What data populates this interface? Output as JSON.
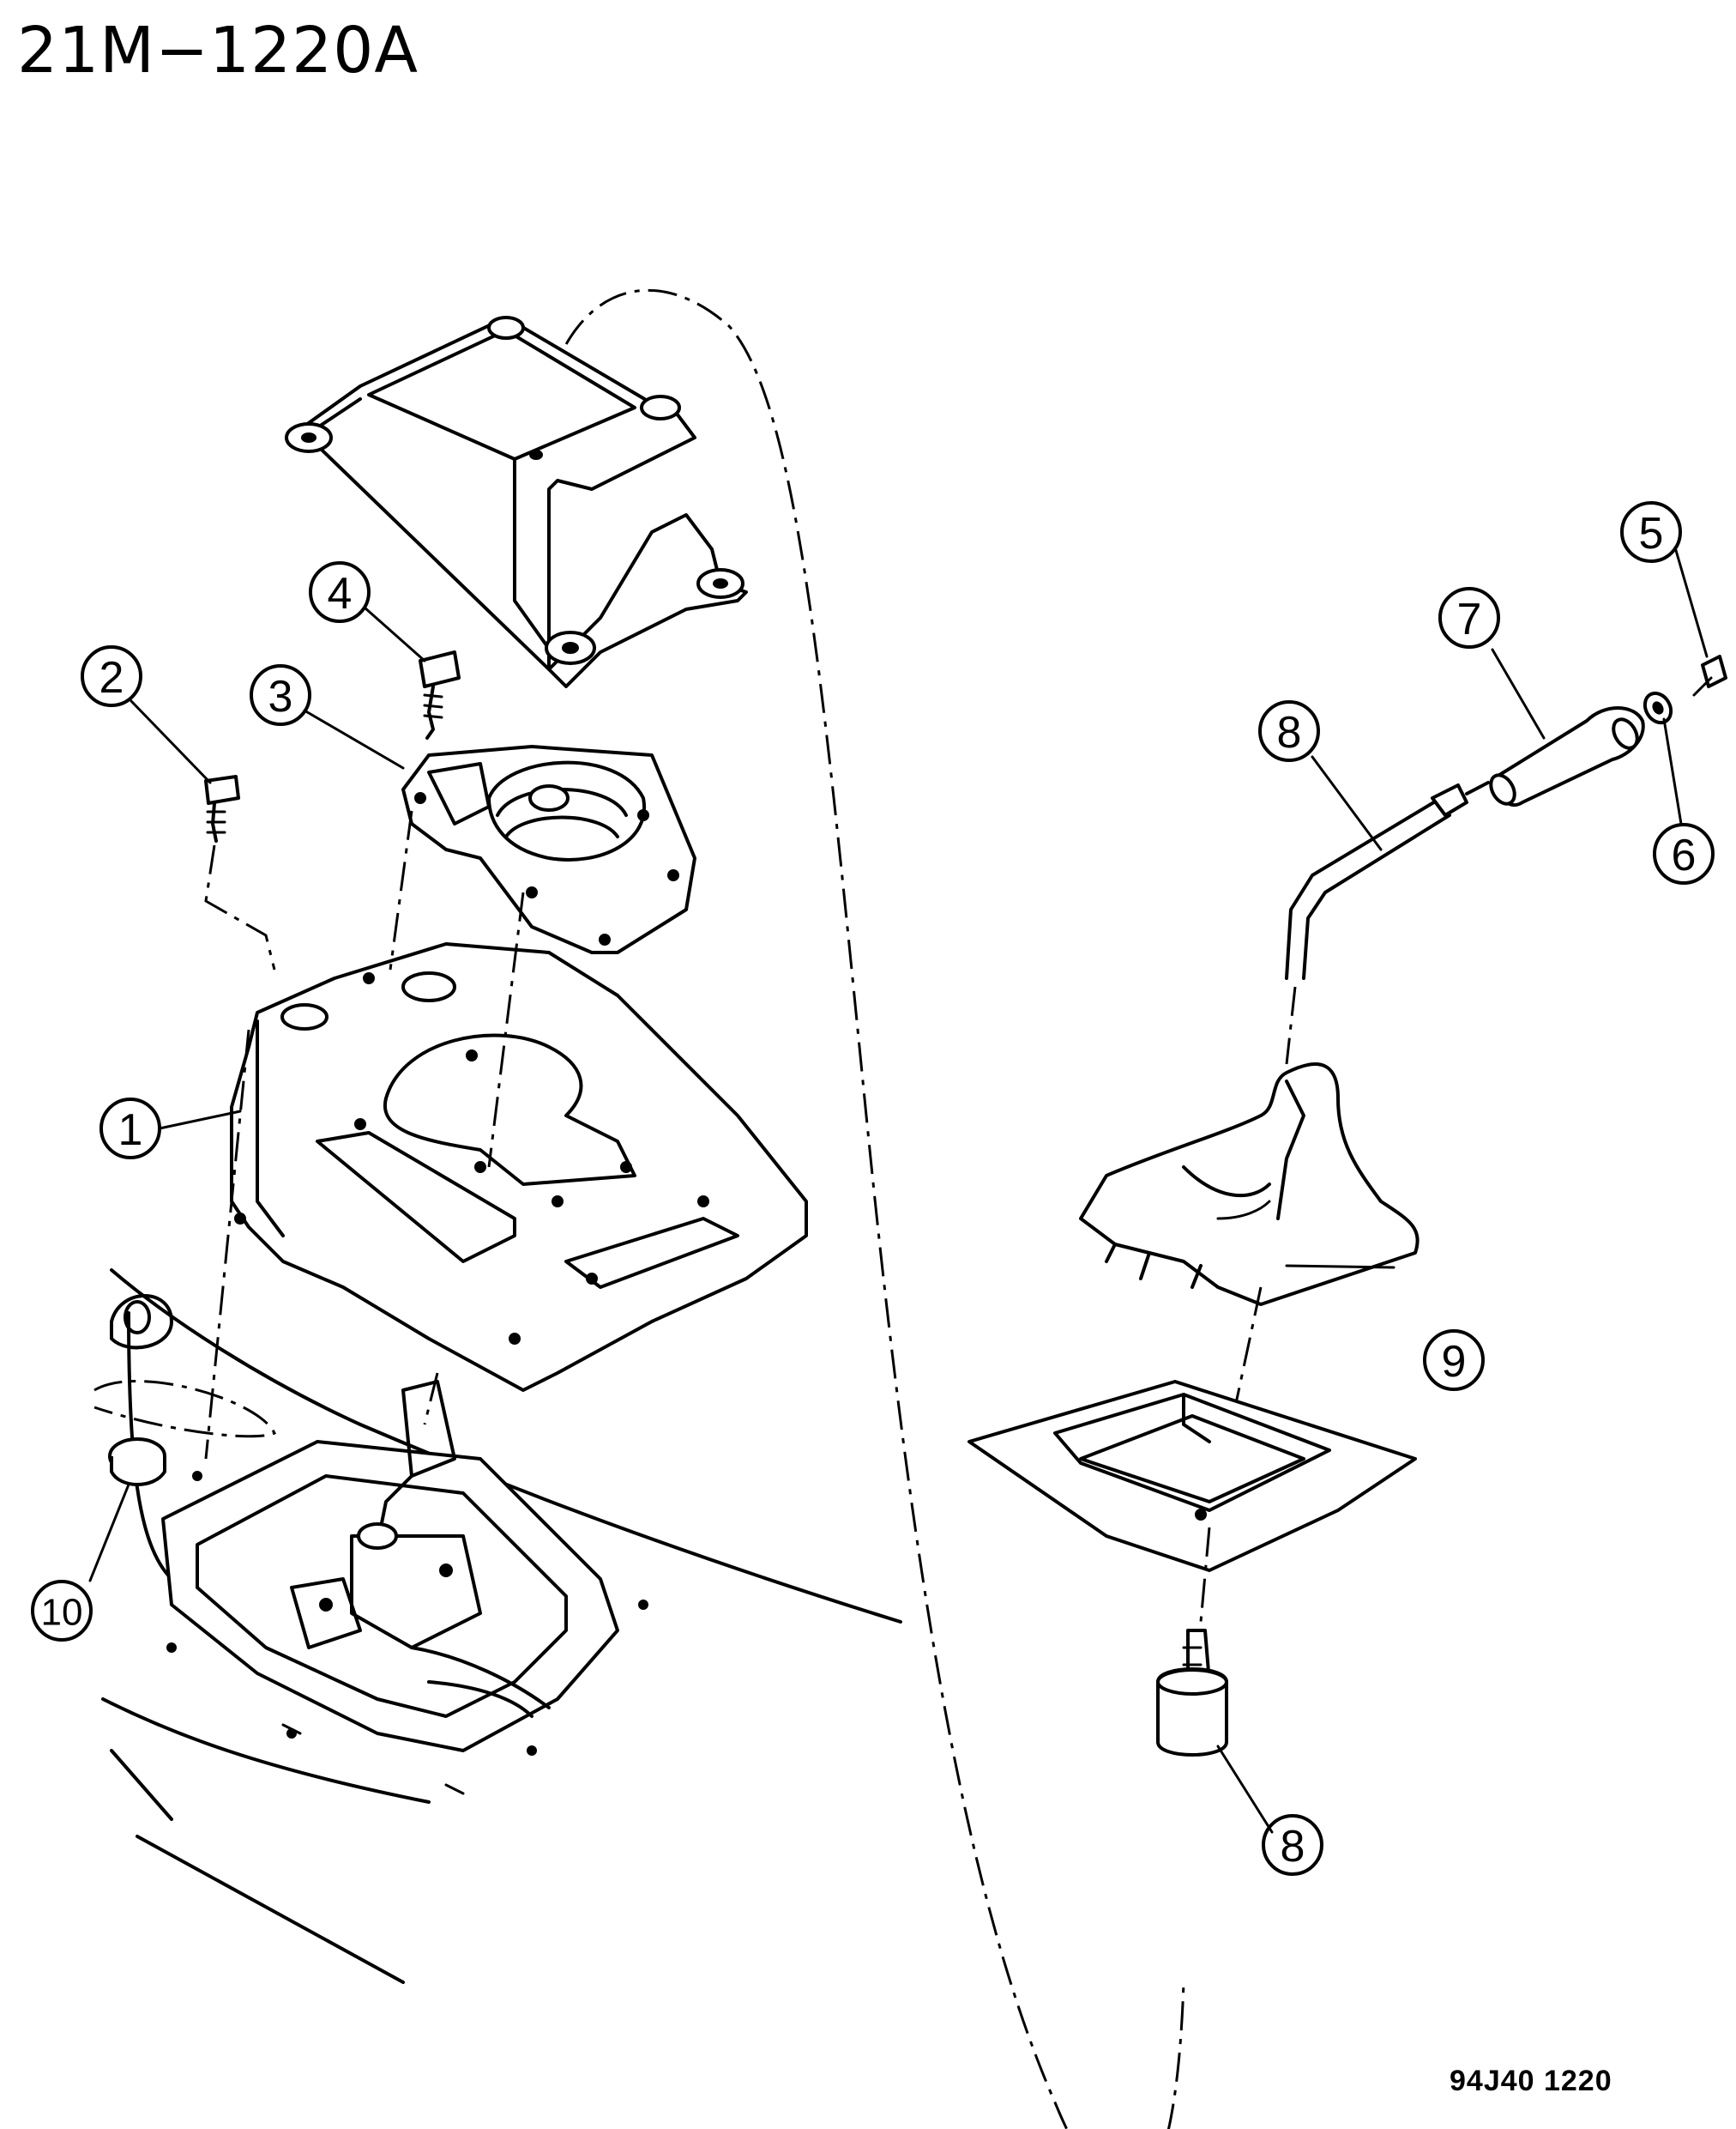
{
  "diagram": {
    "title_code": "21M−1220A",
    "ref_code": "94J40  1220",
    "callouts": [
      {
        "id": "c1",
        "label": "1"
      },
      {
        "id": "c2",
        "label": "2"
      },
      {
        "id": "c3",
        "label": "3"
      },
      {
        "id": "c4",
        "label": "4"
      },
      {
        "id": "c5",
        "label": "5"
      },
      {
        "id": "c6",
        "label": "6"
      },
      {
        "id": "c7",
        "label": "7"
      },
      {
        "id": "c8a",
        "label": "8"
      },
      {
        "id": "c8b",
        "label": "8"
      },
      {
        "id": "c9",
        "label": "9"
      },
      {
        "id": "c10",
        "label": "10"
      }
    ]
  }
}
